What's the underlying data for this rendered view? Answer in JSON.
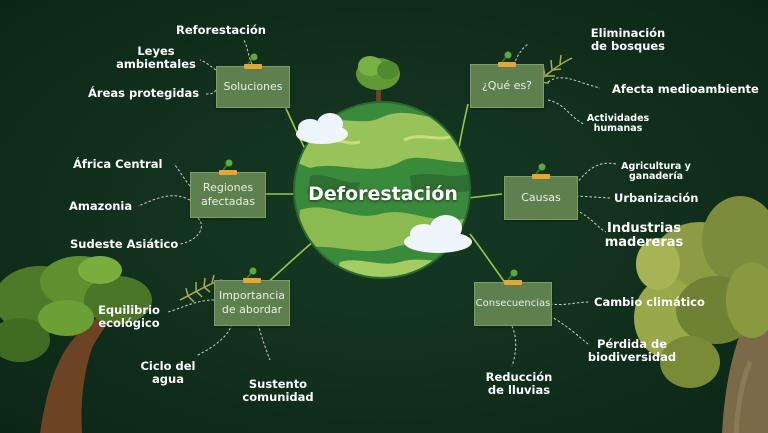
{
  "title": "Deforestación",
  "colors": {
    "background": "#10301c",
    "box_fill": "#5e7f4e",
    "tape": "#e9a531",
    "connector": "#9bc74a",
    "globe_ocean": "#3a8a3c",
    "globe_land": "#98c35a"
  },
  "nodes": [
    {
      "id": "soluciones",
      "label": "Soluciones",
      "items": [
        "Reforestación",
        "Leyes ambientales",
        "Áreas protegidas"
      ]
    },
    {
      "id": "que-es",
      "label": "¿Qué es?",
      "items": [
        "Eliminación de bosques",
        "Afecta medioambiente",
        "Actividades humanas"
      ]
    },
    {
      "id": "regiones",
      "label": "Regiones afectadas",
      "items": [
        "África Central",
        "Amazonia",
        "Sudeste Asiático"
      ]
    },
    {
      "id": "causas",
      "label": "Causas",
      "items": [
        "Agricultura y ganadería",
        "Urbanización",
        "Industrias madereras"
      ]
    },
    {
      "id": "importancia",
      "label": "Importancia de abordar",
      "items": [
        "Equilibrio ecológico",
        "Ciclo del agua",
        "Sustento comunidad"
      ]
    },
    {
      "id": "consecuencias",
      "label": "Consecuencias",
      "items": [
        "Cambio climático",
        "Pérdida de biodiversidad",
        "Reducción de lluvias"
      ]
    }
  ]
}
